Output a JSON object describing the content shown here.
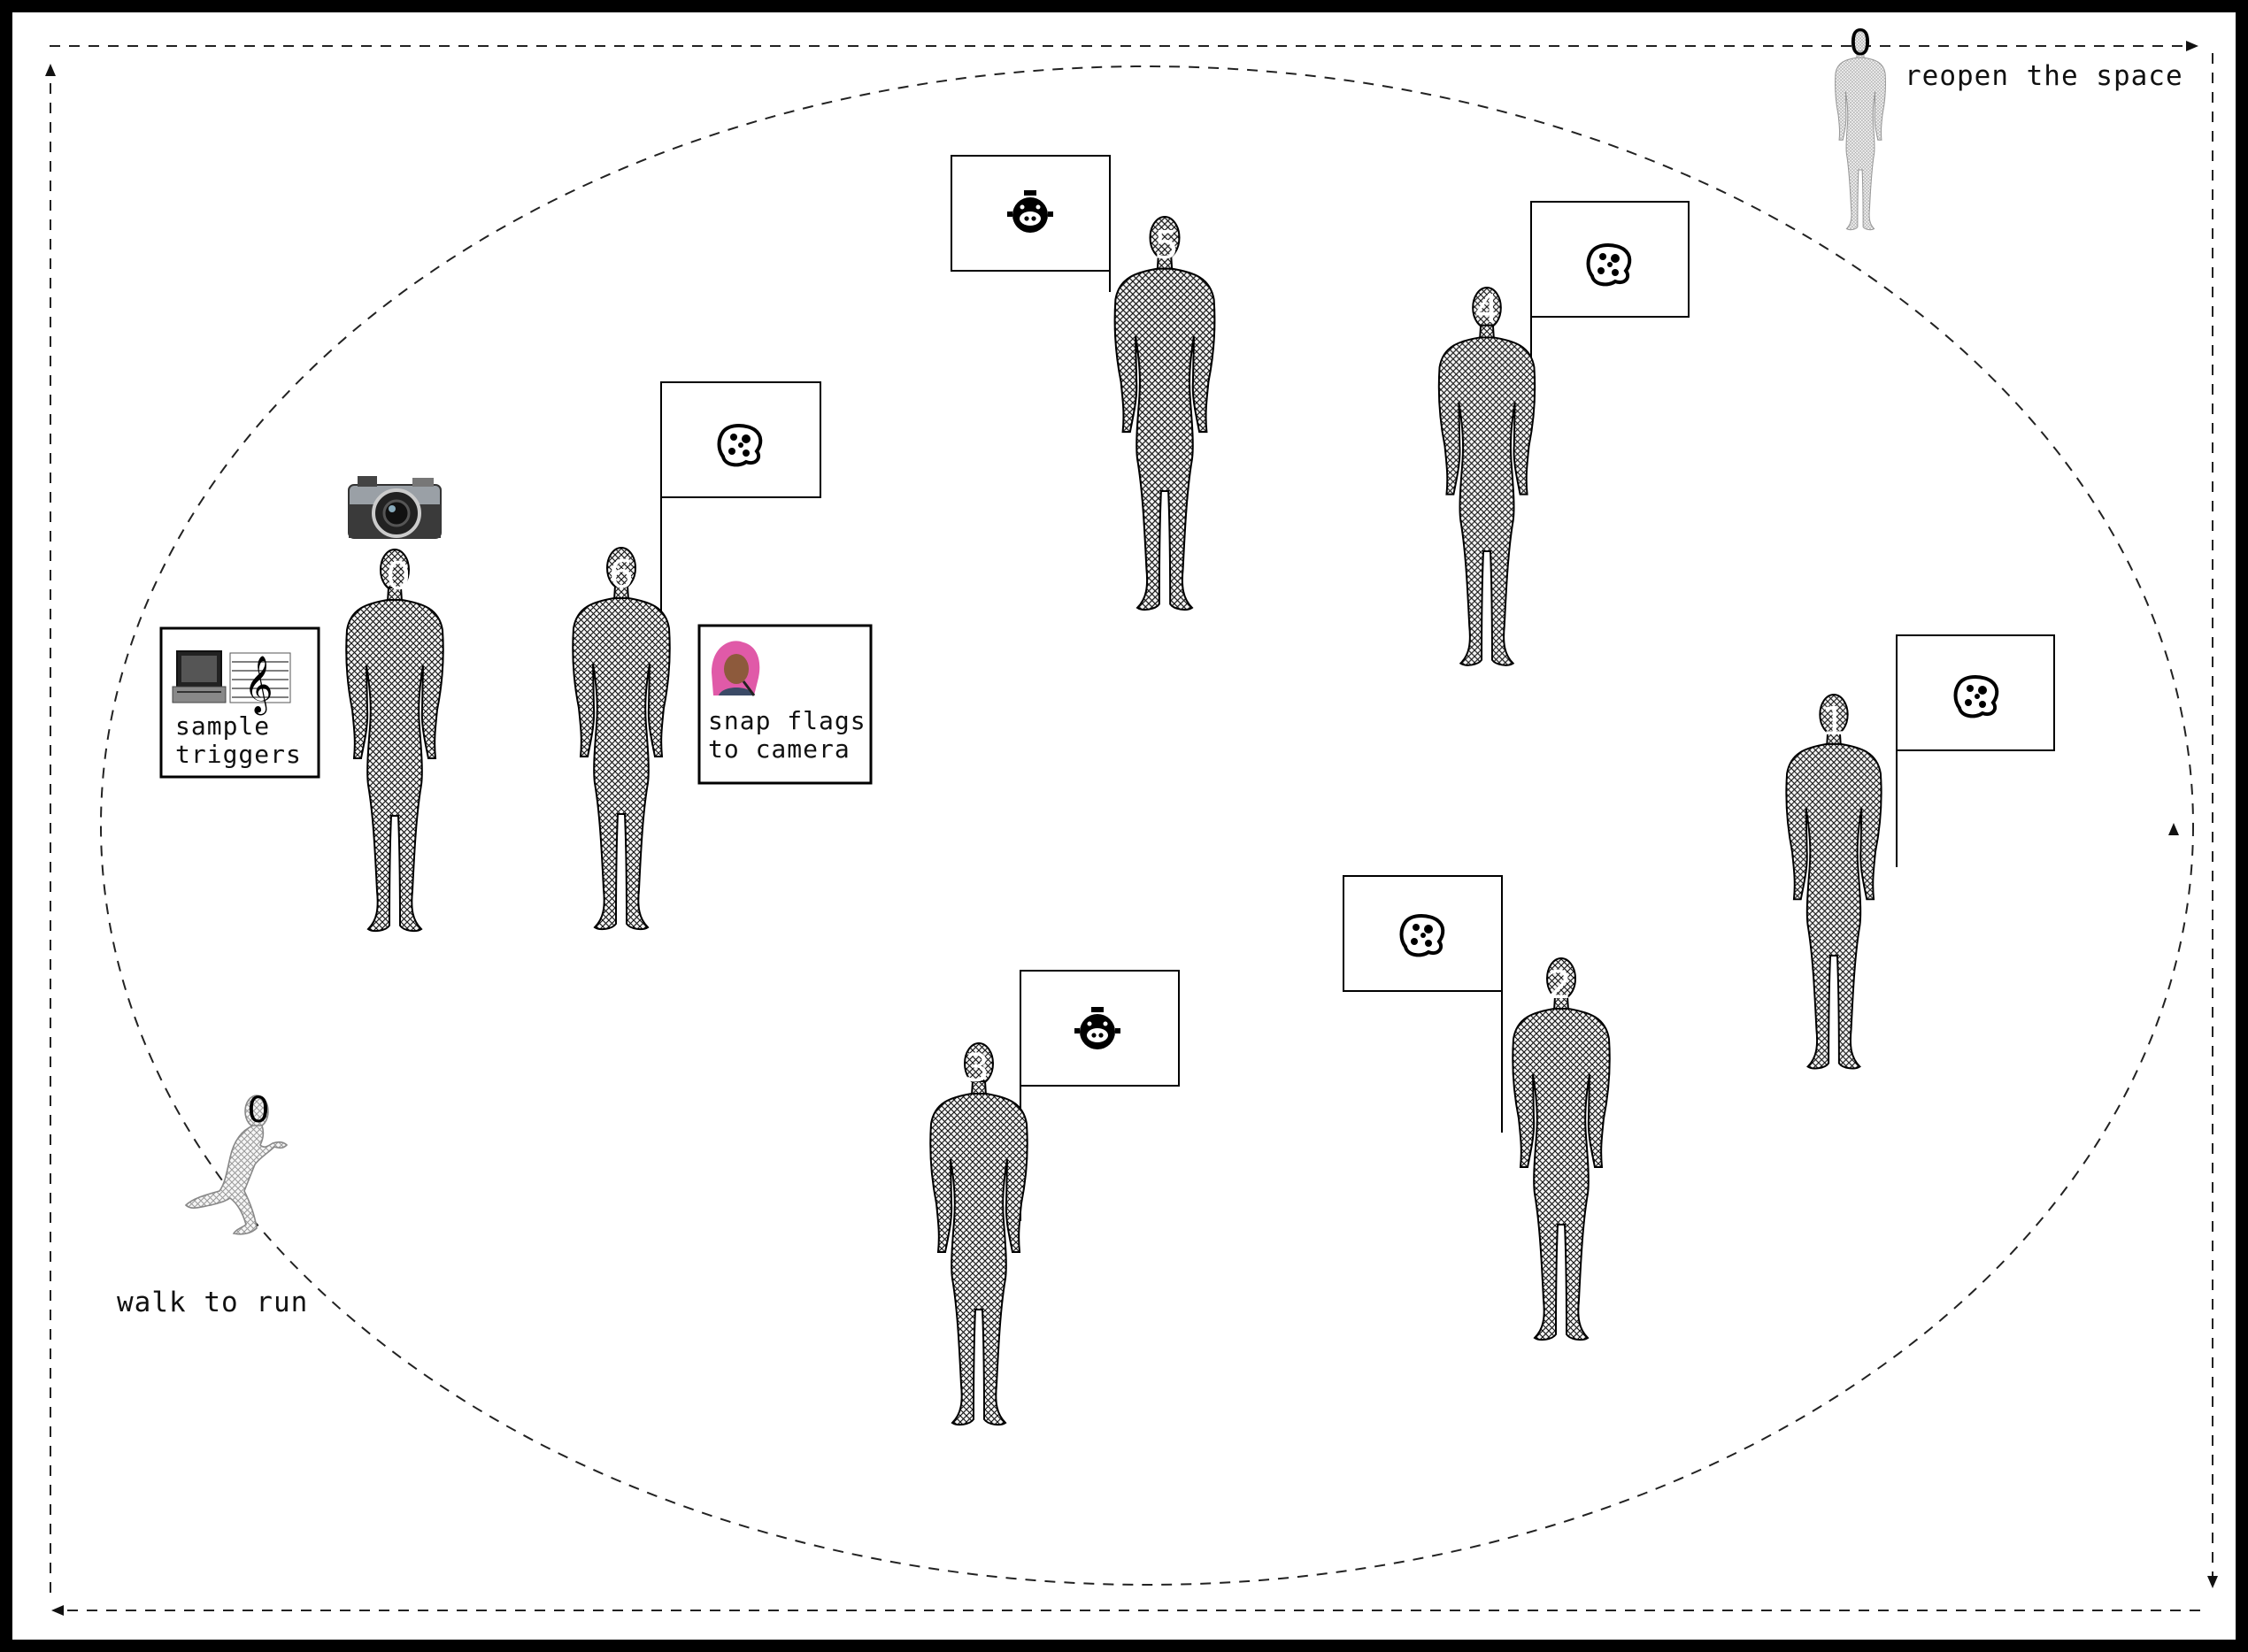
{
  "canvas": {
    "background": "#ffffff",
    "frame_color": "#000000",
    "line_color": "#222222"
  },
  "actions": {
    "reopen": {
      "number": "0",
      "label": "reopen the space"
    },
    "walk_to_run": {
      "number": "0",
      "label": "walk to run"
    },
    "sample_triggers": {
      "label_line1": "sample",
      "label_line2": "triggers",
      "icons": [
        "laptop-icon",
        "treble-clef-icon"
      ]
    },
    "snap_flags": {
      "label_line1": "snap flags",
      "label_line2": "to camera",
      "icon": "singer-icon"
    }
  },
  "camera_performer": {
    "number": "0",
    "icon": "camera-icon"
  },
  "performers": [
    {
      "number": "6",
      "flag_icon": "blob-icon"
    },
    {
      "number": "5",
      "flag_icon": "pig-icon"
    },
    {
      "number": "4",
      "flag_icon": "blob-icon"
    },
    {
      "number": "1",
      "flag_icon": "blob-icon"
    },
    {
      "number": "2",
      "flag_icon": "blob-icon"
    },
    {
      "number": "3",
      "flag_icon": "pig-icon"
    }
  ]
}
